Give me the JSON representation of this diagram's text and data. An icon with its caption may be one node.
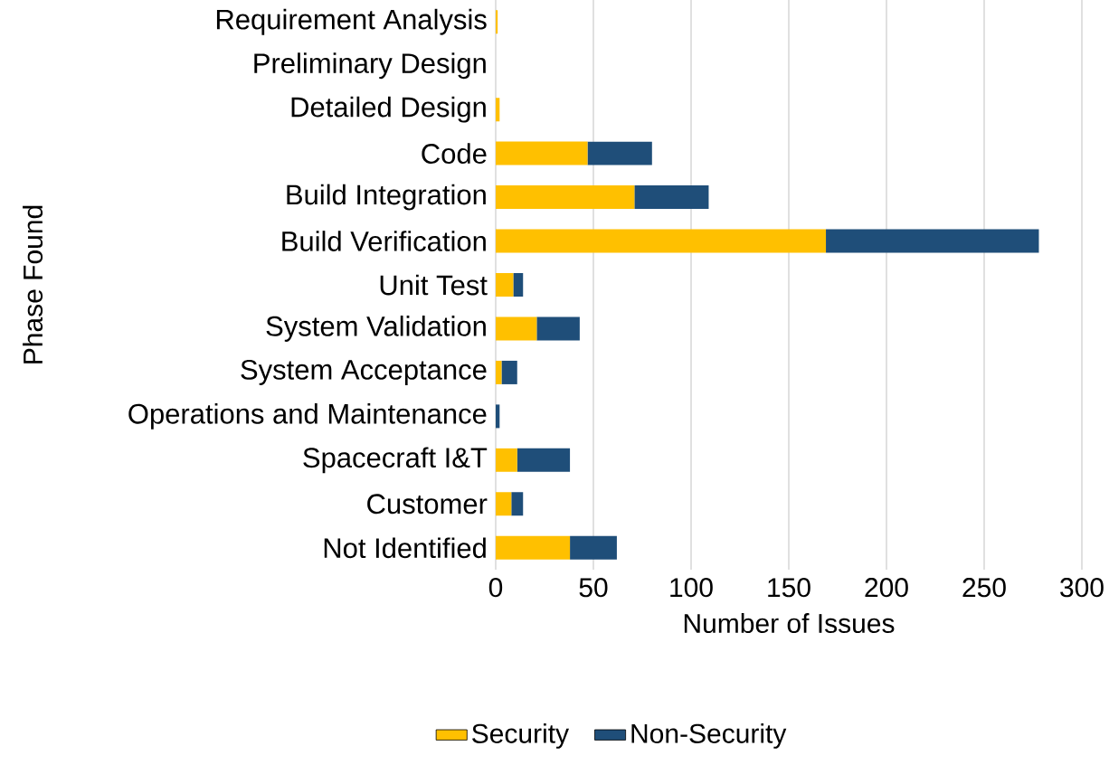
{
  "diagram": {
    "chart_data": {
      "type": "bar",
      "orientation": "horizontal",
      "stacked": true,
      "xlabel": "Number of Issues",
      "ylabel": "Phase Found",
      "categories": [
        "Requirement Analysis",
        "Preliminary Design",
        "Detailed Design",
        "Code",
        "Build Integration",
        "Build Verification",
        "Unit Test",
        "System Validation",
        "System Acceptance",
        "Operations and Maintenance",
        "Spacecraft I&T",
        "Customer",
        "Not Identified"
      ],
      "grid": "x",
      "legend": "bottom",
      "xlim": [
        0,
        300
      ],
      "xticks": [
        0,
        50,
        100,
        150,
        200,
        250,
        300
      ],
      "series": [
        {
          "name": "Security",
          "color": "#ffc000",
          "values": [
            1,
            0,
            2,
            47,
            71,
            169,
            9,
            21,
            3,
            0,
            11,
            8,
            38
          ]
        },
        {
          "name": "Non-Security",
          "color": "#1f4e79",
          "values": [
            0,
            0,
            0,
            33,
            38,
            109,
            5,
            22,
            8,
            2,
            27,
            6,
            24
          ]
        }
      ]
    }
  }
}
